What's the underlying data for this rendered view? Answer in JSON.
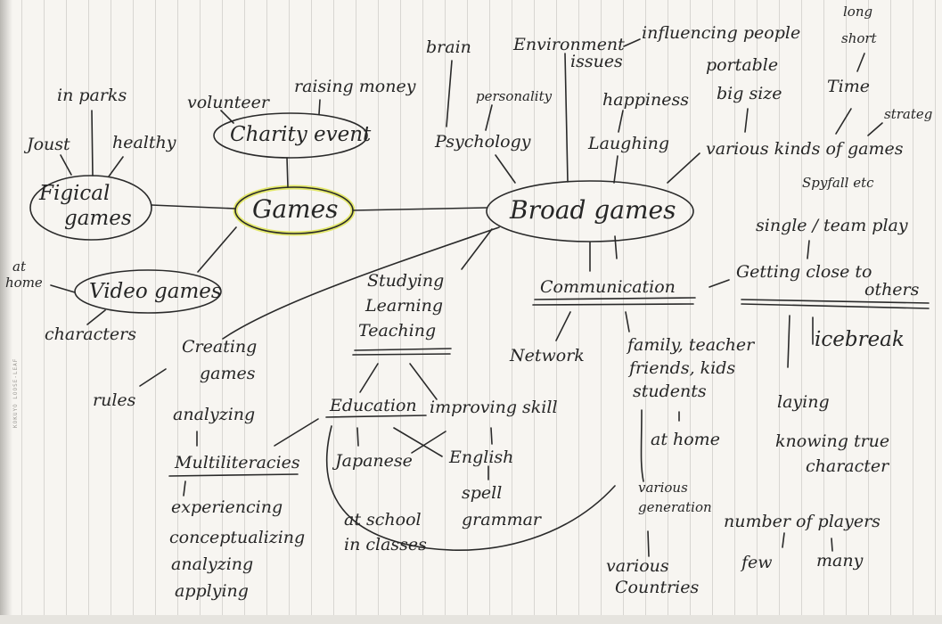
{
  "side_mark": "KOKUYO LOOSE-LEAF",
  "diagram": {
    "center": "Games",
    "nodes": {
      "physical_games": [
        "Figical",
        "games"
      ],
      "video_games": "Video games",
      "charity_event": "Charity event",
      "broad_games": "Broad games"
    },
    "physical_branch": {
      "in_parks": "in parks",
      "joust": "Joust",
      "healthy": "healthy"
    },
    "video_branch": {
      "at_home": [
        "at",
        "home"
      ],
      "characters": "characters"
    },
    "charity_branch": {
      "volunteer": "volunteer",
      "raising_money": "raising money"
    },
    "psychology_branch": {
      "brain": "brain",
      "personality": "personality",
      "psychology": "Psychology"
    },
    "environment_branch": {
      "environment": "Environment",
      "issues": "issues",
      "influencing": "influencing people"
    },
    "laughing_branch": {
      "happiness": "happiness",
      "laughing": "Laughing"
    },
    "variety_branch": {
      "portable": "portable",
      "big_size": "big size",
      "long": "long",
      "short": "short",
      "time": "Time",
      "strategy": "strateg",
      "kinds": "various kinds of games",
      "spyfall": "Spyfall etc",
      "single_team": "single / team play"
    },
    "creating_branch": {
      "creating": "Creating",
      "games": "games",
      "rules": "rules",
      "analyzing": "analyzing",
      "multiliteracies": "Multiliteracies",
      "steps": [
        "experiencing",
        "conceptualizing",
        "analyzing",
        "applying"
      ]
    },
    "learning_branch": {
      "studying": "Studying",
      "learning": "Learning",
      "teaching": "Teaching",
      "education": "Education",
      "improving": "improving skill",
      "japanese": "Japanese",
      "english": "English",
      "spell": "spell",
      "grammar": "grammar",
      "at_school": "at school",
      "in_classes": "in classes"
    },
    "communication_branch": {
      "communication": "Communication",
      "network": "Network",
      "people": [
        "family, teacher",
        "friends, kids",
        "students"
      ],
      "at_home": "at home",
      "various": "various",
      "generation": "generation",
      "various2": "various",
      "countries": "Countries"
    },
    "close_branch": {
      "getting_close": "Getting close to",
      "others": "others",
      "icebreak": "icebreak",
      "laying": "laying",
      "knowing": "knowing true",
      "character": "character",
      "players": "number of players",
      "few": "few",
      "many": "many"
    }
  }
}
